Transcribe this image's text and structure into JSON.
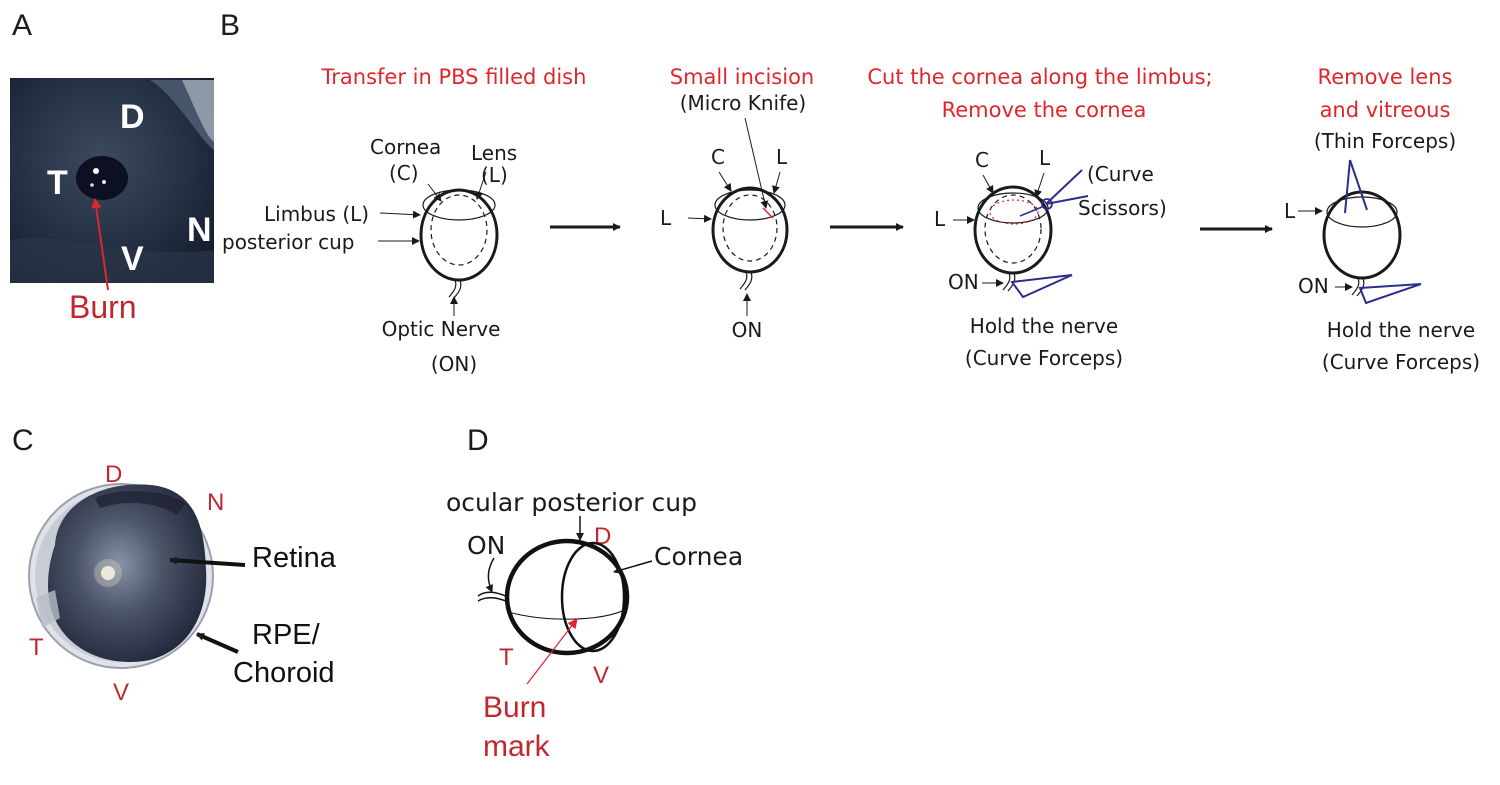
{
  "panels": {
    "A": {
      "letter": "A",
      "orientation": {
        "dorsal": "D",
        "temporal": "T",
        "ventral": "V",
        "nasal": "N"
      },
      "burn_label": "Burn"
    },
    "B": {
      "letter": "B",
      "steps": [
        {
          "title": "Transfer in PBS filled dish",
          "labels": {
            "cornea": "Cornea",
            "cornea_abbr": "(C)",
            "lens": "Lens",
            "lens_abbr": "(L)",
            "limbus": "Limbus (L)",
            "posterior_cup": "posterior cup",
            "optic_nerve": "Optic Nerve",
            "optic_nerve_abbr": "(ON)"
          }
        },
        {
          "title": "Small incision",
          "tool": "(Micro Knife)",
          "labels": {
            "c": "C",
            "l_top": "L",
            "l_side": "L",
            "on": "ON"
          }
        },
        {
          "title_line1": "Cut the cornea along the limbus;",
          "title_line2": "Remove the cornea",
          "tool_line1": "(Curve",
          "tool_line2": "Scissors)",
          "labels": {
            "c": "C",
            "l_top": "L",
            "l_side": "L",
            "on": "ON"
          },
          "hold_line1": "Hold the nerve",
          "hold_line2": "(Curve Forceps)"
        },
        {
          "title_line1": "Remove lens",
          "title_line2": "and vitreous",
          "tool": "(Thin Forceps)",
          "labels": {
            "l": "L",
            "on": "ON"
          },
          "hold_line1": "Hold the nerve",
          "hold_line2": "(Curve Forceps)"
        }
      ]
    },
    "C": {
      "letter": "C",
      "orientation": {
        "dorsal": "D",
        "nasal": "N",
        "temporal": "T",
        "ventral": "V"
      },
      "retina": "Retina",
      "rpe_line1": "RPE/",
      "rpe_line2": "Choroid"
    },
    "D": {
      "letter": "D",
      "cup_label": "ocular posterior cup",
      "on": "ON",
      "dorsal": "D",
      "cornea": "Cornea",
      "temporal": "T",
      "ventral": "V",
      "burn_line1": "Burn",
      "burn_line2": "mark"
    }
  },
  "colors": {
    "red": "#e0262b",
    "dark_red": "#c0282e",
    "tool_blue": "#2b2e8f",
    "ink": "#1a1a1a"
  }
}
